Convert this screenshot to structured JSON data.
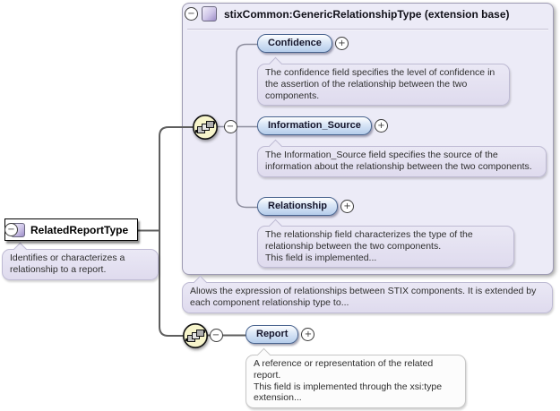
{
  "diagram": {
    "root_element": {
      "label": "RelatedReportType",
      "tooltip": "Identifies or characterizes a relationship to a report."
    },
    "extension": {
      "title": "stixCommon:GenericRelationshipType (extension base)",
      "tooltip": "Allows the expression of relationships between STIX components. It is extended by each component relationship type to...",
      "children": [
        {
          "label": "Confidence",
          "tooltip": "The confidence field specifies the level of confidence in the assertion of the relationship between the two components."
        },
        {
          "label": "Information_Source",
          "tooltip": "The Information_Source field specifies the source of the information about the relationship between the two components."
        },
        {
          "label": "Relationship",
          "tooltip": "The relationship field characterizes the type of the relationship between the two components.\nThis field is implemented..."
        }
      ]
    },
    "report_element": {
      "label": "Report",
      "tooltip": "A reference or representation of the related report.\nThis field is implemented through the xsi:type extension..."
    },
    "icons": {
      "collapse": "−",
      "expand": "+"
    },
    "colors": {
      "box_background": "#ECEBF7",
      "bubble_background": "#E5E2F2",
      "element_fill": "#B5CDEB",
      "element_border": "#49648F",
      "sequence_fill": "#F7F5CB"
    }
  }
}
